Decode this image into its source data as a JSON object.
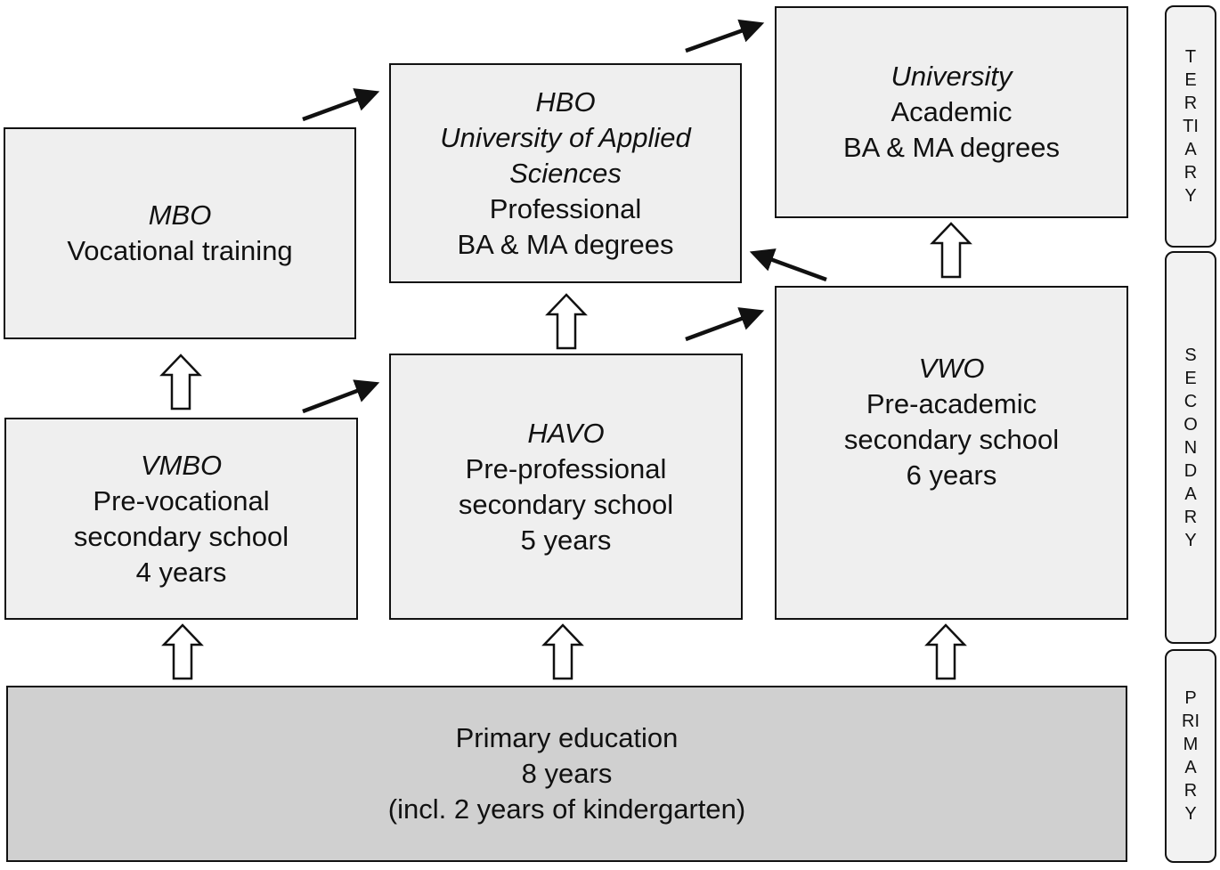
{
  "boxes": {
    "mbo": {
      "name": "MBO",
      "lines": [
        "Vocational training"
      ]
    },
    "hbo": {
      "name": "HBO",
      "subtitle": [
        "University of Applied",
        "Sciences"
      ],
      "lines": [
        "Professional",
        "BA & MA degrees"
      ]
    },
    "university": {
      "name": "University",
      "lines": [
        "Academic",
        "BA & MA degrees"
      ]
    },
    "vmbo": {
      "name": "VMBO",
      "lines": [
        "Pre-vocational",
        "secondary school",
        "4 years"
      ]
    },
    "havo": {
      "name": "HAVO",
      "lines": [
        "Pre-professional",
        "secondary school",
        "5 years"
      ]
    },
    "vwo": {
      "name": "VWO",
      "lines": [
        "Pre-academic",
        "secondary school",
        "6 years"
      ]
    },
    "primary": {
      "lines": [
        "Primary education",
        "8 years",
        "(incl. 2 years of kindergarten)"
      ]
    }
  },
  "levels": {
    "tertiary": "TERTIARY",
    "secondary": "SECONDARY",
    "primary": "PRIMARY"
  },
  "colors": {
    "box_fill": "#efefef",
    "primary_fill": "#d0d0d0",
    "stroke": "#111111"
  }
}
